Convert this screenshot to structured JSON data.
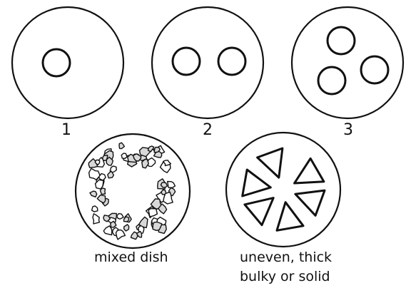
{
  "labels": {
    "plate1": "1",
    "plate2": "2",
    "plate3": "3",
    "mixed": "mixed dish",
    "uneven_line1": "uneven,  thick",
    "uneven_line2": "bulky or solid"
  },
  "colors": {
    "stroke": "#111111",
    "background": "#ffffff",
    "food_fill": "#d8d8d8"
  }
}
